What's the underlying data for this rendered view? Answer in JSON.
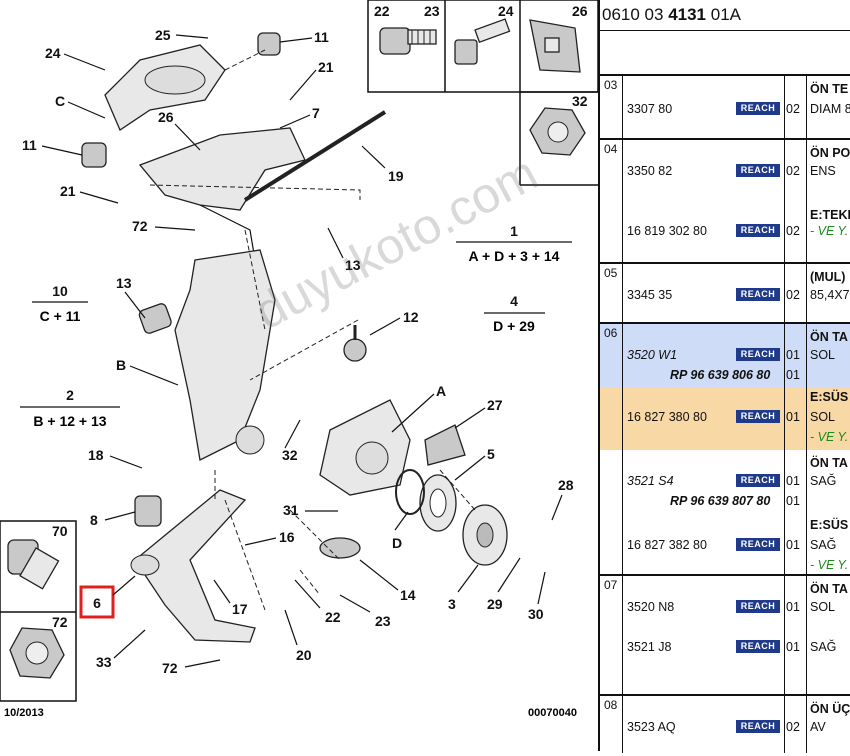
{
  "diagram": {
    "callouts": [
      "24",
      "25",
      "11",
      "21",
      "7",
      "C",
      "26",
      "11",
      "21",
      "19",
      "72",
      "13",
      "1",
      "A + D + 3 + 14",
      "10",
      "C + 11",
      "13",
      "4",
      "D + 29",
      "B",
      "12",
      "2",
      "B + 12 + 13",
      "A",
      "27",
      "18",
      "32",
      "5",
      "8",
      "31",
      "28",
      "16",
      "D",
      "6",
      "17",
      "14",
      "3",
      "29",
      "22",
      "23",
      "30",
      "33",
      "72",
      "20"
    ],
    "highlight_label": "6",
    "footer_left": "10/2013",
    "footer_right": "00070040",
    "inset_top": [
      "22",
      "23",
      "24",
      "26",
      "32"
    ],
    "inset_left": [
      "70",
      "72"
    ]
  },
  "watermark": "duyukoto.com",
  "panel": {
    "ref_prefix": "0610 03 ",
    "ref_bold": "4131",
    "ref_suffix": " 01A",
    "badge_text": "REACH",
    "groups": [
      {
        "num": "03",
        "rows": [
          {
            "pn": "3307 80",
            "qty": "02",
            "d1": "ÖN TE",
            "d2": "DIAM 8"
          }
        ]
      },
      {
        "num": "04",
        "rows": [
          {
            "pn": "3350 82",
            "qty": "02",
            "d1": "ÖN PO",
            "d2": "ENS"
          },
          {
            "pn": "16 819 302 80",
            "qty": "02",
            "d1": "E:TEKI",
            "d2": "- VE Y."
          }
        ]
      },
      {
        "num": "05",
        "rows": [
          {
            "pn": "3345 35",
            "qty": "02",
            "d1": "(MUL)",
            "d2": "85,4X7"
          }
        ]
      },
      {
        "num": "06",
        "rows": [
          {
            "pn": "3520 W1",
            "rp": "RP 96 639 806 80",
            "qty": "01",
            "qty2": "01",
            "d1": "ÖN TA",
            "d2": "SOL"
          },
          {
            "pn": "16 827 380 80",
            "qty": "01",
            "d1": "E:SÜS",
            "d2": "SOL",
            "d3": "- VE Y."
          },
          {
            "pn": "3521 S4",
            "rp": "RP 96 639 807 80",
            "qty": "01",
            "qty2": "01",
            "d1": "ÖN TA",
            "d2": "SAĞ"
          },
          {
            "pn": "16 827 382 80",
            "qty": "01",
            "d1": "E:SÜS",
            "d2": "SAĞ",
            "d3": "- VE Y."
          }
        ]
      },
      {
        "num": "07",
        "rows": [
          {
            "pn": "3520 N8",
            "qty": "01",
            "d1": "ÖN TA",
            "d2": "SOL"
          },
          {
            "pn": "3521 J8",
            "qty": "01",
            "d2": "SAĞ"
          }
        ]
      },
      {
        "num": "08",
        "rows": [
          {
            "pn": "3523 AQ",
            "qty": "02",
            "d1": "ÖN ÜÇ",
            "d2": "AV"
          }
        ]
      }
    ]
  },
  "colors": {
    "highlight_red": "#e0201c",
    "blue_row": "#cfdcf7",
    "orange_row": "#f8d9a6",
    "badge": "#1f3a8a"
  }
}
